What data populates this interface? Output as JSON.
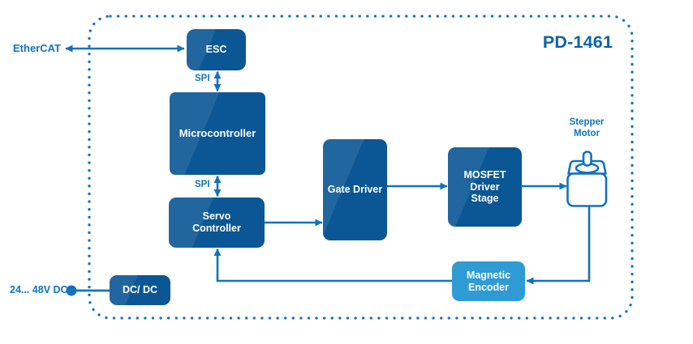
{
  "device": {
    "model": "PD-1461"
  },
  "colors": {
    "box-dark": "#0b5795",
    "box-light": "#2e9bd5",
    "accent": "#1273bd",
    "title": "#0c63ab"
  },
  "labels": {
    "ethercat": "EtherCAT",
    "spi_top": "SPI",
    "spi_bottom": "SPI",
    "power_input": "24... 48V DC",
    "stepper_motor": "Stepper\nMotor"
  },
  "blocks": {
    "esc": "ESC",
    "microcontroller": "Microcontroller",
    "servo_controller": "Servo\nController",
    "gate_driver": "Gate Driver",
    "mosfet_driver_stage": "MOSFET\nDriver\nStage",
    "magnetic_encoder": "Magnetic\nEncoder",
    "dcdc": "DC/ DC"
  }
}
